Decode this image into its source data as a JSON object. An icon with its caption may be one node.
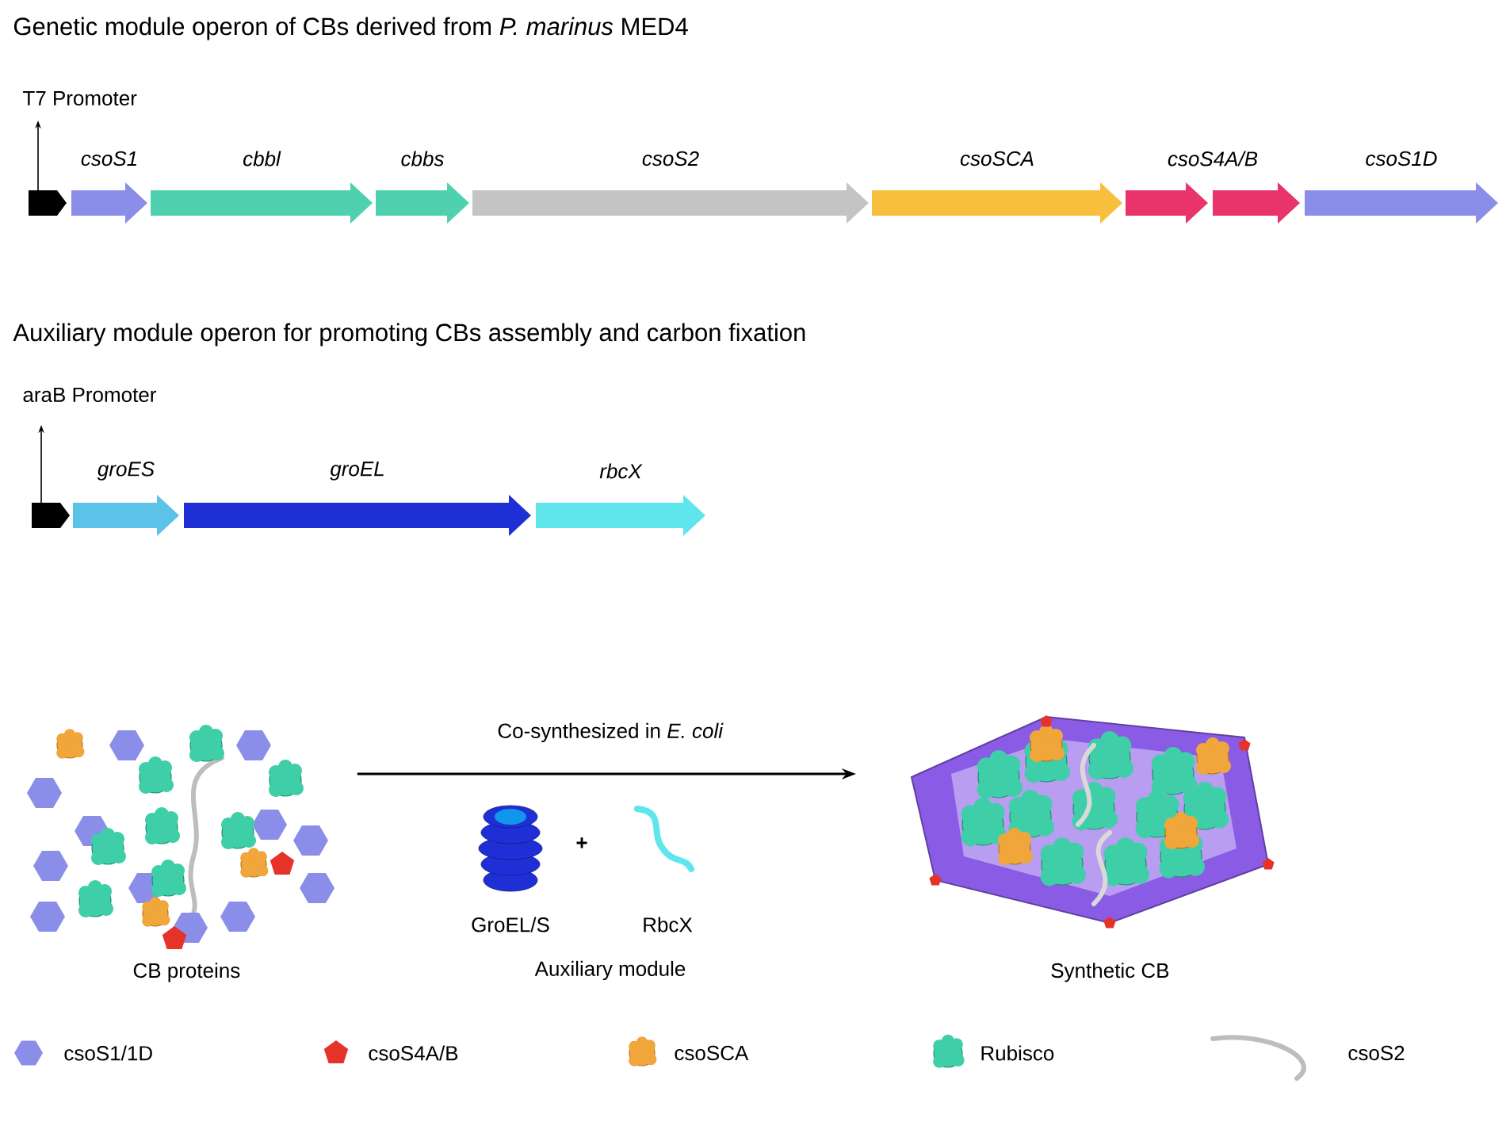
{
  "diagram": {
    "title": "Genetic module operon of CBs derived from *P. marinus* MED4",
    "nodes": [
      {
        "text": [
          "csoS1"
        ]
      },
      {
        "text": [
          "cbbl"
        ]
      },
      {
        "text": [
          "cbbs"
        ]
      },
      {
        "text": [
          "csoS2"
        ]
      },
      {
        "text": [
          "csoSCA"
        ]
      },
      {
        "text": [
          "*csoS4A*/B"
        ]
      },
      {
        "text": [],
        "shape": "arrow"
      },
      {
        "text": [
          "csoS1D"
        ]
      },
      {
        "text": [
          "groES"
        ]
      },
      {
        "text": [
          "groEL"
        ]
      },
      {
        "text": [
          "rbcX"
        ]
      },
      {
        "text": [
          "CB proteins"
        ]
      },
      {
        "text": [
          "Synthetic CB"
        ]
      }
    ],
    "edges": [
      {
        "from": 11,
        "to": 12,
        "arrow": "to",
        "label": "Co-synthesized in *E. coli*"
      }
    ],
    "labels": [
      "T7 Promoter",
      "Auxiliary module operon for promoting CBs assembly and carbon fixation",
      "araB Promoter",
      "GroEL/S",
      "+",
      "RbcX",
      "Auxiliary module"
    ],
    "legend": [
      {
        "text": "csoS1/1D"
      },
      {
        "text": "csoS4A/B"
      },
      {
        "text": "csoSCA"
      },
      {
        "text": "Rubisco"
      },
      {
        "text": "csoS2"
      }
    ]
  }
}
